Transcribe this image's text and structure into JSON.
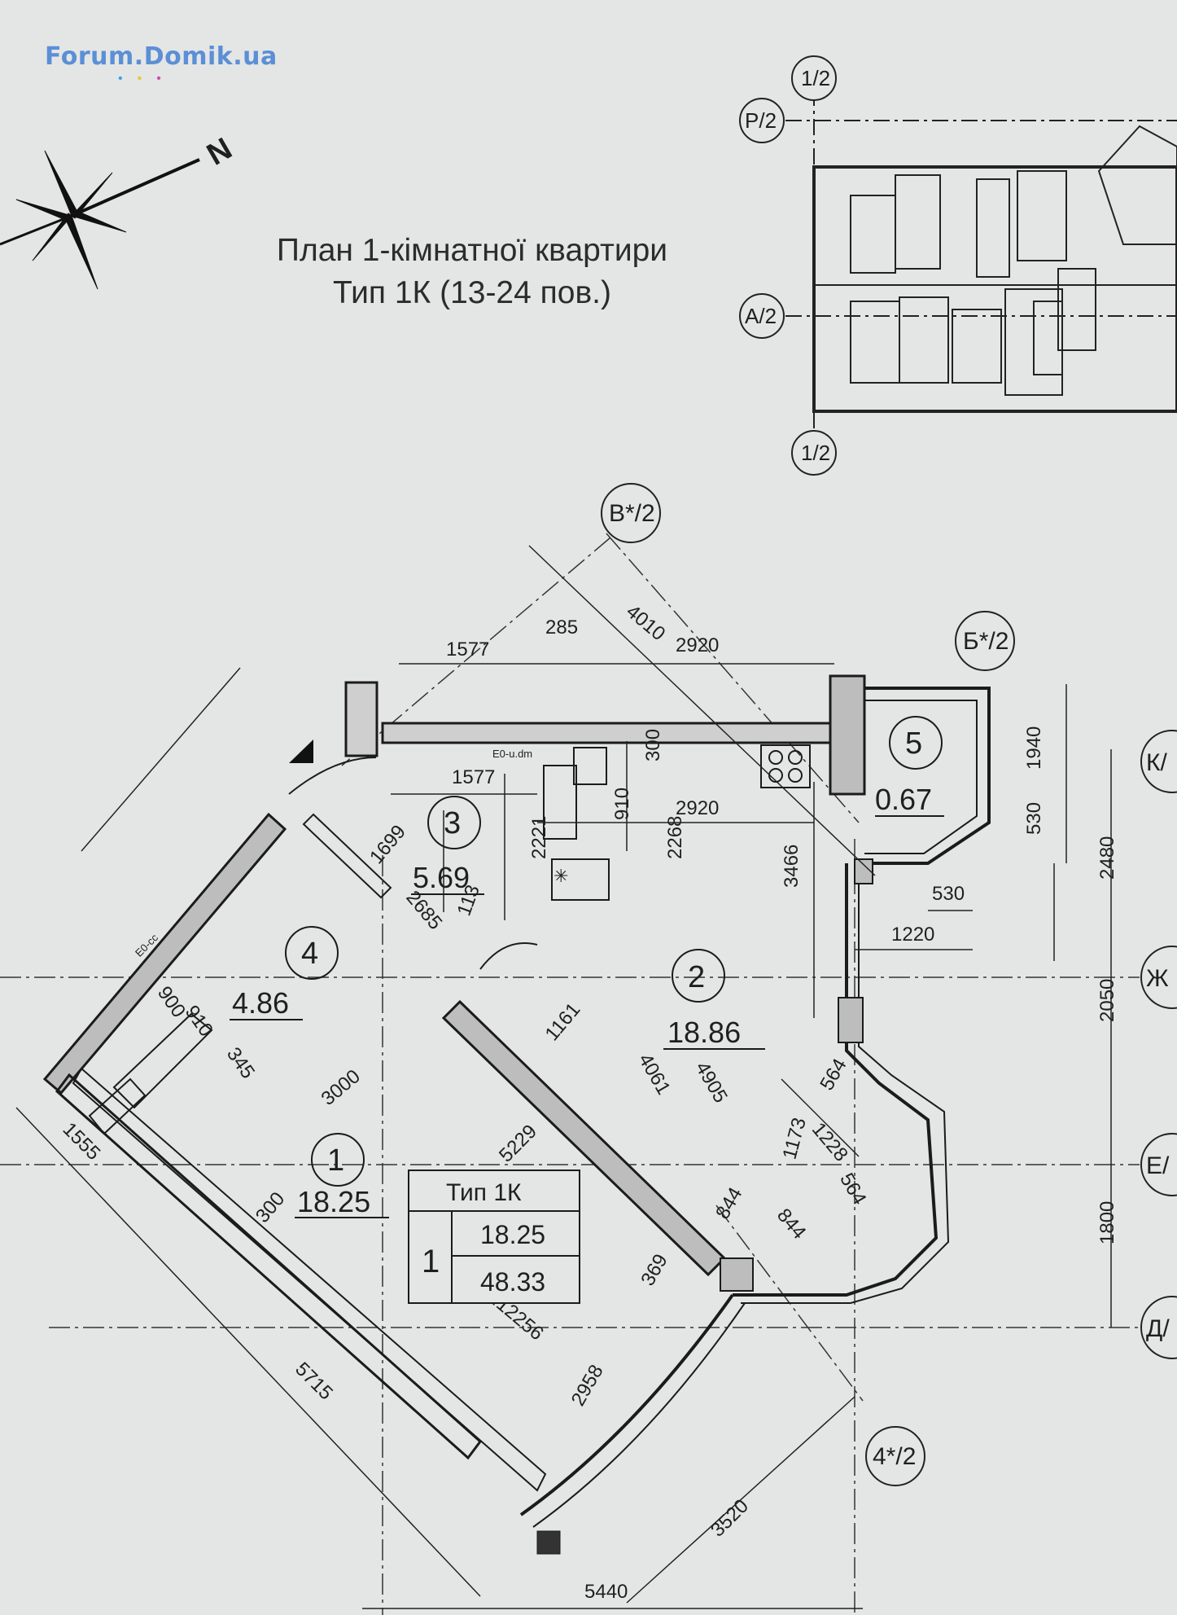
{
  "watermark": "Forum.Domik.ua",
  "title": {
    "line1": "План 1-кімнатної квартири",
    "line2": "Тип 1К (13-24 пов.)"
  },
  "compass": {
    "letter": "N"
  },
  "axes": [
    "1/2",
    "Р/2",
    "А/2",
    "1/2",
    "В*/2",
    "Б*/2",
    "4*/2",
    "К/",
    "Ж",
    "Е/",
    "Д/"
  ],
  "rooms": [
    {
      "number": "1",
      "area": "18.25"
    },
    {
      "number": "2",
      "area": "18.86"
    },
    {
      "number": "3",
      "area": "5.69"
    },
    {
      "number": "4",
      "area": "4.86"
    },
    {
      "number": "5",
      "area": "0.67"
    }
  ],
  "summary_table": {
    "header": "Тип 1К",
    "rooms": "1",
    "living_area": "18.25",
    "total_area": "48.33"
  },
  "dimensions": [
    "1577",
    "285",
    "4010",
    "2920",
    "1577",
    "2920",
    "300",
    "910",
    "2268",
    "2221",
    "3466",
    "1699",
    "2685",
    "113",
    "1161",
    "4061",
    "4905",
    "3000",
    "5229",
    "300",
    "1555",
    "345",
    "910",
    "900",
    "564",
    "1173",
    "1228",
    "564",
    "844",
    "844",
    "369",
    "R12256",
    "2958",
    "5715",
    "3520",
    "5440",
    "1940",
    "530",
    "530",
    "1220",
    "2480",
    "2050",
    "1800"
  ],
  "tags": [
    "E0-u.dm",
    "E0-cc"
  ]
}
